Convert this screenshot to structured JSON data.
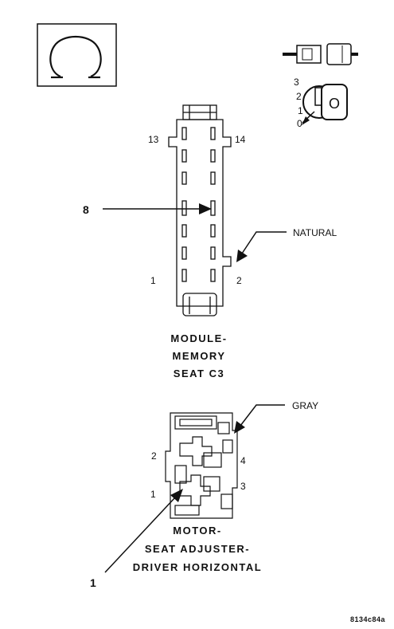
{
  "connector_c3": {
    "pin_top_left": "13",
    "pin_top_right": "14",
    "pin_bottom_left": "1",
    "pin_bottom_right": "2",
    "color_label": "NATURAL",
    "title_lines": [
      "MODULE-",
      "MEMORY",
      "SEAT C3"
    ]
  },
  "callouts": {
    "upper": "8",
    "lower": "1"
  },
  "key_view": {
    "positions": [
      "3",
      "2",
      "1",
      "0"
    ],
    "key_letter": "O"
  },
  "motor_connector": {
    "pin_2": "2",
    "pin_4": "4",
    "pin_1": "1",
    "pin_3": "3",
    "color_label": "GRAY",
    "title_lines": [
      "MOTOR-",
      "SEAT ADJUSTER-",
      "DRIVER HORIZONTAL"
    ]
  },
  "figure_code": "8134c84a"
}
